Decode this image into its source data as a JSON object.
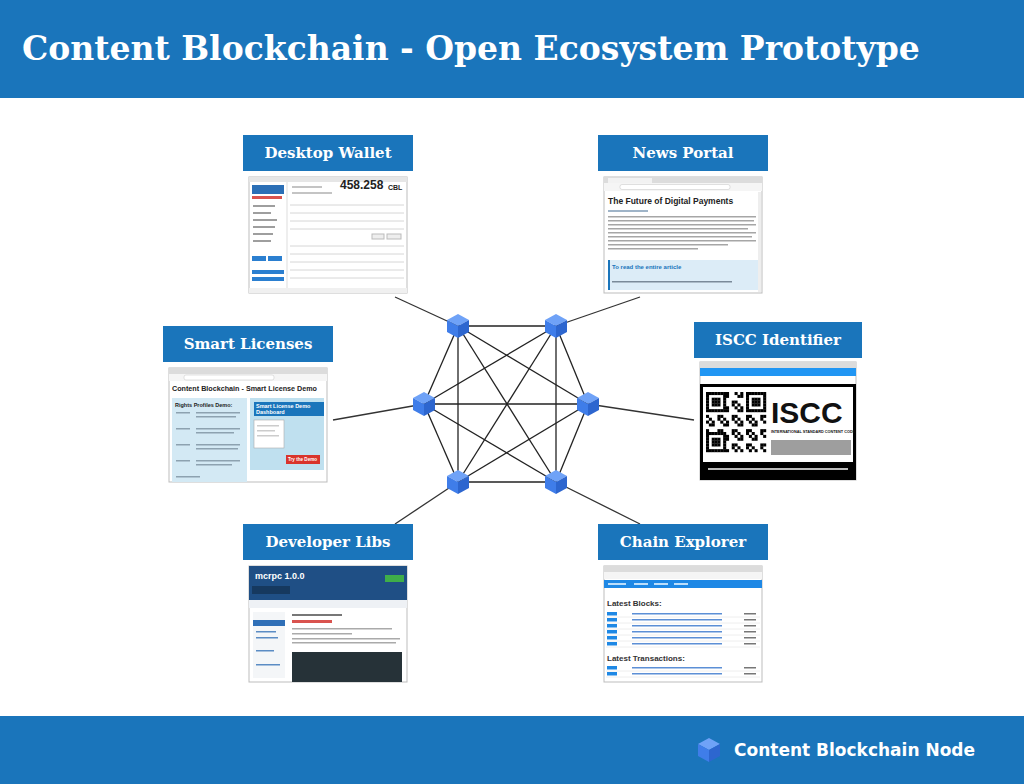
{
  "diagram": {
    "title": "Content Blockchain - Open Ecosystem Prototype",
    "nodes": [
      {
        "text": [
          "Desktop Wallet"
        ]
      },
      {
        "text": [
          "News Portal"
        ]
      },
      {
        "text": [
          "Smart Licenses"
        ]
      },
      {
        "text": [
          "ISCC Identifier"
        ]
      },
      {
        "text": [
          "Developer Libs"
        ]
      },
      {
        "text": [
          "Chain Explorer"
        ]
      }
    ],
    "labels": [
      "458.258",
      "CBL",
      "The Future of Digital Payments",
      "To read the entire article",
      "Content Blockchain - Smart License Demo",
      "Rights Profiles Demo:",
      "Smart License Demo Dashboard",
      "Try the Demo",
      "ISCC",
      "INTERNATIONAL STANDARD CONTENT CODE",
      "mcrpc 1.0.0",
      "Latest Blocks:",
      "Latest Transactions:"
    ],
    "legend": [
      {
        "text": "Content Blockchain Node"
      }
    ]
  }
}
